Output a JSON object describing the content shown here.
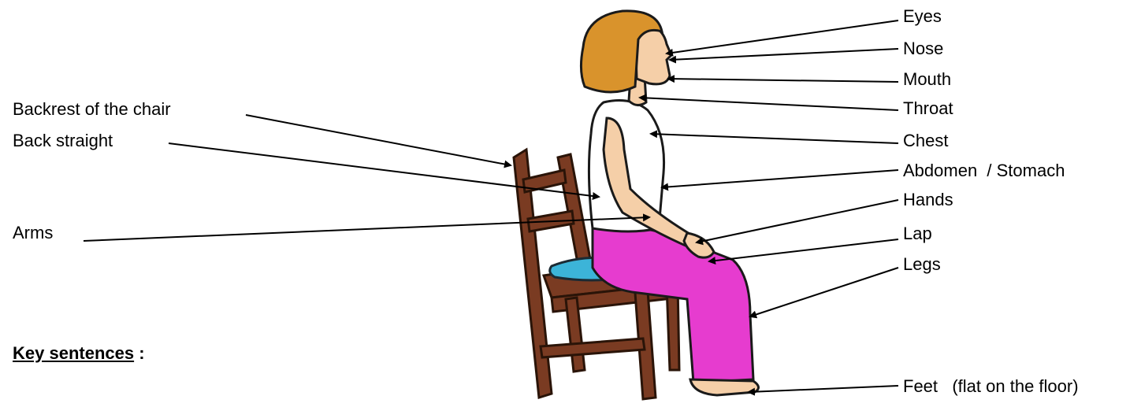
{
  "labels_right": {
    "eyes": "Eyes",
    "nose": "Nose",
    "mouth": "Mouth",
    "throat": "Throat",
    "chest": "Chest",
    "abdomen": "Abdomen  / Stomach",
    "hands": "Hands",
    "lap": "Lap",
    "legs": "Legs",
    "feet": "Feet   (flat on the floor)"
  },
  "labels_left": {
    "backrest": "Backrest of the chair",
    "back": "Back straight",
    "arms": "Arms"
  },
  "key_sentences": {
    "title": "Key sentences",
    "suffix": " :"
  },
  "colors": {
    "hair": "#d9932c",
    "skin": "#f5cfa8",
    "top": "#ffffff",
    "trousers": "#e63ccf",
    "chair": "#7a3b22",
    "cushion": "#3cb4d8"
  }
}
